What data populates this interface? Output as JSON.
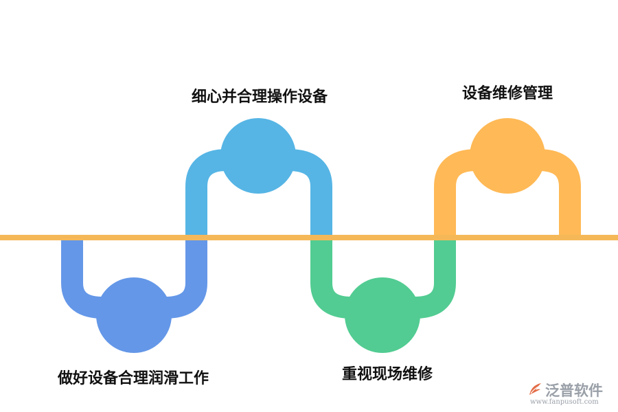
{
  "diagram": {
    "steps": [
      {
        "label": "做好设备合理润滑工作",
        "position": "below",
        "color": "#6497e8"
      },
      {
        "label": "细心并合理操作设备",
        "position": "above",
        "color": "#56b5e5"
      },
      {
        "label": "重视现场维修",
        "position": "below",
        "color": "#52cc92"
      },
      {
        "label": "设备维修管理",
        "position": "above",
        "color": "#ffb956"
      }
    ],
    "baseline_color": "#f5b858"
  },
  "watermark": {
    "name": "泛普软件",
    "url": "www.fanpusoft.com",
    "icon": "fanpu-logo-icon"
  }
}
